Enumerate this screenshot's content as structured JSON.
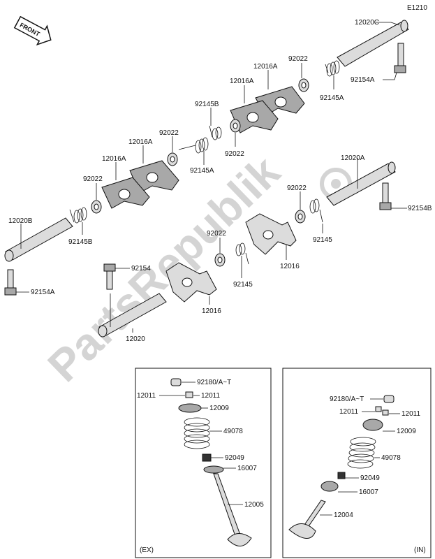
{
  "diagram_code": "E1210",
  "front_label": "FRONT",
  "watermark": "PartsRepublik",
  "callouts": {
    "c12020c": "12020C",
    "c92154a_top": "92154A",
    "c92022_a": "92022",
    "c92145a_a": "92145A",
    "c12016a_a": "12016A",
    "c12016a_b": "12016A",
    "c92145b_a": "92145B",
    "c92022_b": "92022",
    "c92022_c": "92022",
    "c92145a_b": "92145A",
    "c12016a_c": "12016A",
    "c12016a_d": "12016A",
    "c92022_d": "92022",
    "c12020b": "12020B",
    "c92145b_b": "92145B",
    "c92154a_left": "92154A",
    "c12020a": "12020A",
    "c92022_e": "92022",
    "c92154b": "92154B",
    "c92145": "92145",
    "c92022_f": "92022",
    "c92145_b": "92145",
    "c12016_a": "12016",
    "c92154": "92154",
    "c12016_b": "12016",
    "c12020": "12020"
  },
  "ex_box": {
    "tag": "(EX)",
    "c92180": "92180/A~T",
    "c12011_l": "12011",
    "c12011_r": "12011",
    "c12009": "12009",
    "c49078": "49078",
    "c92049": "92049",
    "c16007": "16007",
    "c12005": "12005"
  },
  "in_box": {
    "tag": "(IN)",
    "c92180": "92180/A~T",
    "c12011_l": "12011",
    "c12011_r": "12011",
    "c12009": "12009",
    "c49078": "49078",
    "c92049": "92049",
    "c16007": "16007",
    "c12004": "12004"
  }
}
